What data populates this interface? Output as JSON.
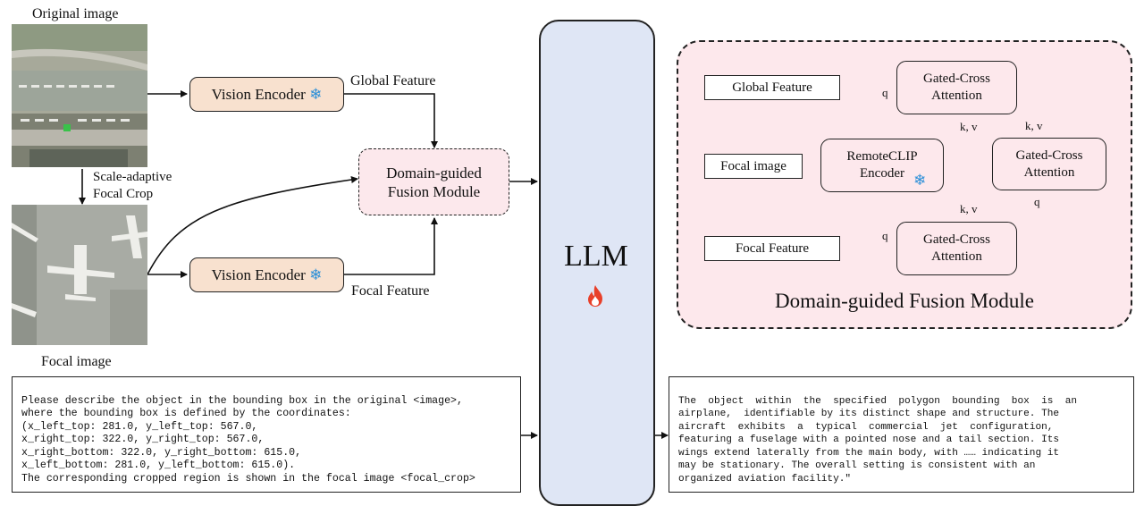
{
  "original_image_label": "Original image",
  "focal_image_label": "Focal image",
  "crop_label_line1": "Scale-adaptive",
  "crop_label_line2": "Focal Crop",
  "vision_encoder_top": "Vision Encoder",
  "vision_encoder_bottom": "Vision Encoder",
  "global_feature_label": "Global Feature",
  "focal_feature_label": "Focal Feature",
  "fusion_line1": "Domain-guided",
  "fusion_line2": "Fusion Module",
  "llm_label": "LLM",
  "icons": {
    "frozen": "snowflake-icon",
    "trainable": "fire-icon"
  },
  "module": {
    "title": "Domain-guided Fusion Module",
    "global_feature": "Global Feature",
    "focal_image": "Focal image",
    "focal_feature": "Focal Feature",
    "remoteclip_line1": "RemoteCLIP",
    "remoteclip_line2": "Encoder",
    "gated_line1": "Gated-Cross",
    "gated_line2": "Attention",
    "q": "q",
    "kv": "k, v"
  },
  "prompt_lines": [
    "Please describe the object in the bounding box in the original <image>,",
    "where the bounding box is defined by the coordinates:",
    "(x_left_top: 281.0, y_left_top: 567.0,",
    "x_right_top: 322.0, y_right_top: 567.0,",
    "x_right_bottom: 322.0, y_right_bottom: 615.0,",
    "x_left_bottom: 281.0, y_left_bottom: 615.0).",
    "The corresponding cropped region is shown in the focal image <focal_crop>"
  ],
  "response_lines": [
    "The  object  within  the  specified  polygon  bounding  box  is  an",
    "airplane,  identifiable by its distinct shape and structure. The",
    "aircraft  exhibits  a  typical  commercial  jet  configuration,",
    "featuring a fuselage with a pointed nose and a tail section. Its",
    "wings extend laterally from the main body, with …… indicating it",
    "may be stationary. The overall setting is consistent with an",
    "organized aviation facility.\""
  ],
  "colors": {
    "encoder_fill": "#f8e1cf",
    "fusion_fill": "#fce8ec",
    "llm_fill": "#dfe6f5",
    "snowflake": "#2b8fd8",
    "flame": "#e8402a"
  }
}
